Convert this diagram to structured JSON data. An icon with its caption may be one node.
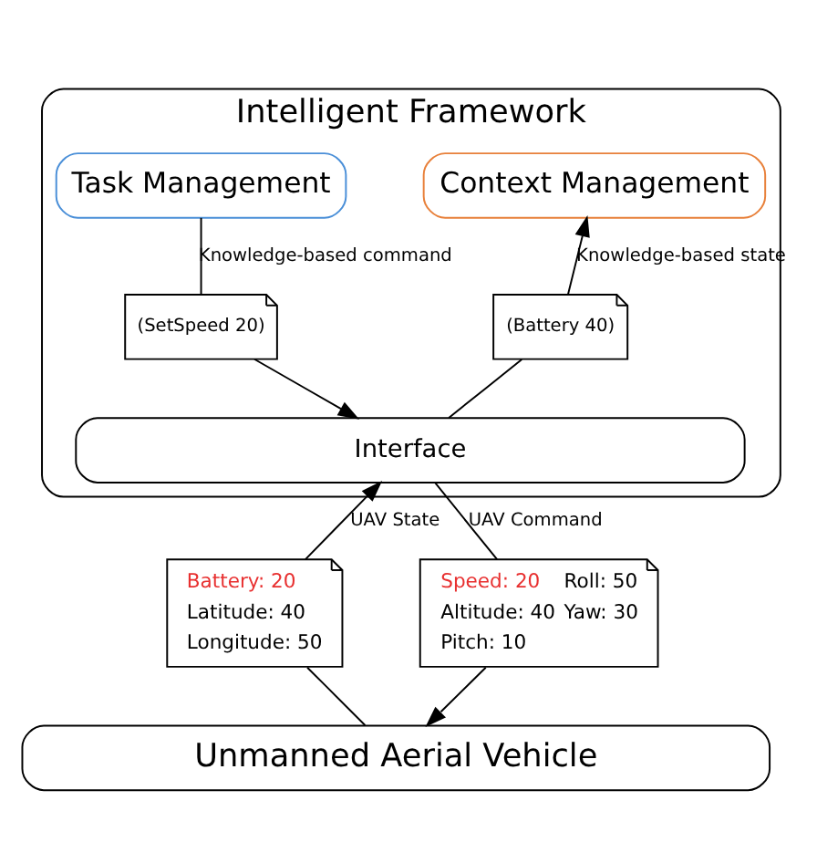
{
  "diagram": {
    "nodes": [
      {
        "text": [
          "Intelligent Framework"
        ]
      },
      {
        "text": [
          "Context Management"
        ],
        "in": 0
      },
      {
        "text": [
          "Task Management"
        ],
        "in": 0
      },
      {
        "text": [
          "(Battery 40)"
        ],
        "in": 0
      },
      {
        "text": [
          "(SetSpeed 20)"
        ],
        "in": 0
      },
      {
        "text": [
          "Interface"
        ],
        "in": 0
      },
      {
        "text": [
          "Battery: 20",
          "Latitude: 40",
          "Longitude: 50"
        ]
      },
      {
        "text": [
          "Speed: 20",
          "Roll: 50",
          "Altitude: 40",
          "Yaw: 30",
          "Pitch: 10"
        ]
      },
      {
        "text": [
          "Unmanned Aerial Vehicle"
        ]
      }
    ],
    "edges": [
      {
        "from": 5,
        "to": 3,
        "arrow": "none"
      },
      {
        "from": 3,
        "to": 1,
        "arrow": "to",
        "label": "Knowledge-based state"
      },
      {
        "from": 2,
        "to": 4,
        "arrow": "none",
        "label": "Knowledge-based command"
      },
      {
        "from": 4,
        "to": 5,
        "arrow": "to"
      },
      {
        "from": 8,
        "to": 6,
        "arrow": "none"
      },
      {
        "from": 6,
        "to": 5,
        "arrow": "to",
        "label": "UAV State"
      },
      {
        "from": 5,
        "to": 7,
        "arrow": "none",
        "label": "UAV Command"
      },
      {
        "from": 7,
        "to": 8,
        "arrow": "to"
      }
    ]
  }
}
